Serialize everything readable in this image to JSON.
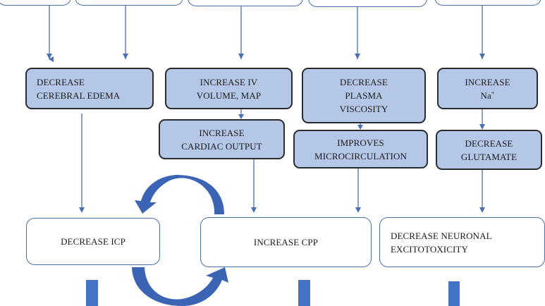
{
  "diagram": {
    "top_row": [
      {
        "id": "top-1",
        "lines": []
      },
      {
        "id": "top-2",
        "lines": []
      },
      {
        "id": "top-3",
        "lines": []
      },
      {
        "id": "top-4",
        "lines": []
      },
      {
        "id": "top-5",
        "lines": []
      }
    ],
    "effects": {
      "cerebral_edema": [
        "DECREASE",
        "CEREBRAL EDEMA"
      ],
      "iv_volume": [
        "INCREASE IV",
        "VOLUME, MAP"
      ],
      "cardiac_output": [
        "INCREASE",
        "CARDIAC OUTPUT"
      ],
      "plasma_viscosity": [
        "DECREASE",
        "PLASMA",
        "VISCOSITY"
      ],
      "microcirculation": [
        "IMPROVES",
        "MICROCIRCULATION"
      ],
      "sodium": {
        "line1": "INCREASE",
        "base": "Na",
        "superscript": "+"
      },
      "glutamate": [
        "DECREASE",
        "GLUTAMATE"
      ]
    },
    "outcomes": {
      "icp": "DECREASE ICP",
      "cpp": "INCREASE CPP",
      "neuronal": [
        "DECREASE NEURONAL",
        "EXCITOTOXICITY"
      ]
    },
    "colors": {
      "arrow": "#4a6fae",
      "thick_arrow": "#3c64b4",
      "filled_box": "#b4c7e7",
      "outline_box_border": "#4a6fae",
      "filled_box_border": "#2b2b2b"
    }
  }
}
